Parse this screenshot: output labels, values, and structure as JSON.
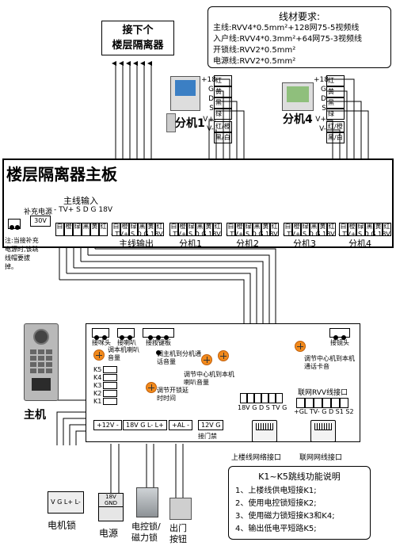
{
  "requirements": {
    "title": "线材要求:",
    "lines": [
      "主线:RVV4*0.5mm²+128网75-5视频线",
      "入户线:RVV4*0.3mm²+64网75-3视频线",
      "开锁线:RVV2*0.5mm²",
      "电源线:RVV2*0.5mm²"
    ]
  },
  "next_floor": {
    "line1": "接下个",
    "line2": "楼层隔离器"
  },
  "extensions": [
    {
      "label": "分机1",
      "pins": [
        "+18",
        "G",
        "D",
        "S",
        "V+",
        "V-"
      ],
      "colors": [
        "红",
        "黄",
        "黑",
        "绿",
        "红/橙",
        "黑/白"
      ]
    },
    {
      "label": "分机4",
      "pins": [
        "+18",
        "G",
        "D",
        "S",
        "V+",
        "V-"
      ],
      "colors": [
        "红",
        "黄",
        "黑",
        "绿",
        "红/橙",
        "黑/白"
      ]
    }
  ],
  "isolator": {
    "title": "楼层隔离器主板",
    "aux_power_label": "补充电源",
    "aux_power_value": "30V",
    "aux_note": "注:当接补充电源时,该跳线帽要拔掉。",
    "main_input_label": "主线输入",
    "main_input_pins": "- TV+ S D G 18V",
    "color_row": [
      "白",
      "橙",
      "绿",
      "黑",
      "黄",
      "红"
    ],
    "outputs": [
      {
        "label": "主线输出",
        "pins": "- TV+ S D G 18V"
      },
      {
        "label": "分机1",
        "pins": "- TV+ S D G 18V"
      },
      {
        "label": "分机2",
        "pins": "- TV+ S D G 18V"
      },
      {
        "label": "分机3",
        "pins": "- TV+ S D G 18V"
      },
      {
        "label": "分机4",
        "pins": "- TV+ S D G 18V"
      }
    ]
  },
  "controller": {
    "headers": [
      "接咪头",
      "接喇叭",
      "接按键板",
      "接镜头"
    ],
    "knobs": [
      "调本机喇叭音量",
      "调主机到分机通话音量",
      "调节中心机到本机喇叭音量",
      "调节中心机到本机通话卡音",
      "调节开锁延时时间"
    ],
    "jumpers": [
      "K5",
      "K4",
      "K3",
      "K2",
      "K1"
    ],
    "upstairs_pins": "18V G D S TV G",
    "upstairs_label": "上楼线网络接口",
    "network_title": "联网RVV线接口",
    "network_pins": "+GL TV- G D S1 S2",
    "network_label": "联网网线接口",
    "bottom_terminals": [
      "+12V -",
      "18V G L- L+",
      "+AL -",
      "12V G"
    ],
    "door_switch": "接门禁"
  },
  "host_label": "主机",
  "devices": {
    "electric_lock_pins": "V G L+ L-",
    "electric_lock_label": "电机锁",
    "power_pins": "18V GND",
    "power_label": "电源",
    "mag_lock_label1": "电控锁/",
    "mag_lock_label2": "磁力锁",
    "exit_label1": "出门",
    "exit_label2": "按钮"
  },
  "jumper_help": {
    "title": "K1~K5跳线功能说明",
    "items": [
      "1、上楼线供电短接K1;",
      "2、使用电控锁短接K2;",
      "3、使用磁力锁短接K3和K4;",
      "4、输出低电平短路K5;"
    ]
  }
}
